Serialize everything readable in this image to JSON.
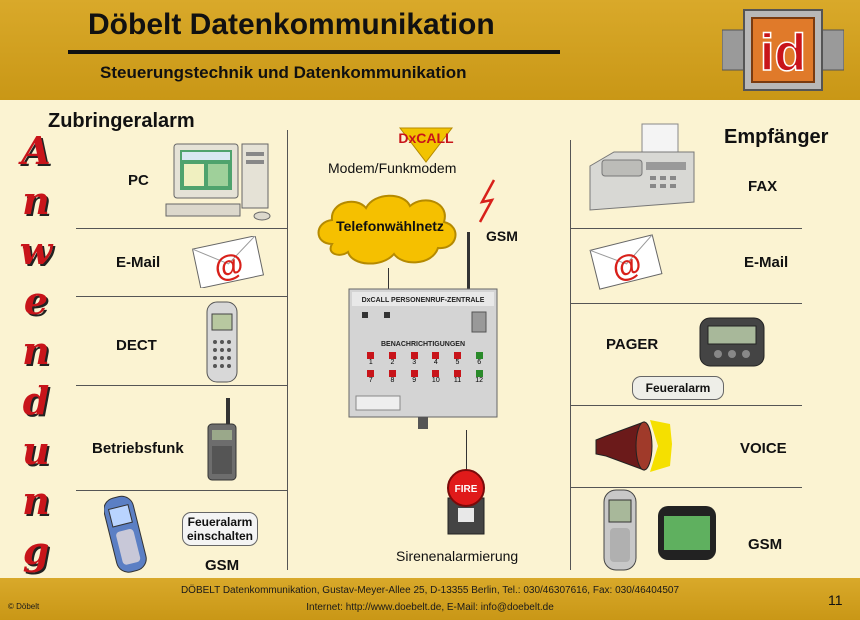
{
  "header": {
    "title": "Döbelt Datenkommunikation",
    "subtitle": "Steuerungstechnik und Datenkommunikation",
    "logo_text": "id"
  },
  "vertical_word": [
    "A",
    "n",
    "w",
    "e",
    "n",
    "d",
    "u",
    "n",
    "g"
  ],
  "left": {
    "heading": "Zubringeralarm",
    "items": [
      {
        "label": "PC",
        "icon": "pc-icon"
      },
      {
        "label": "E-Mail",
        "icon": "email-icon"
      },
      {
        "label": "DECT",
        "icon": "dect-phone-icon"
      },
      {
        "label": "Betriebsfunk",
        "icon": "radio-icon"
      },
      {
        "label": "GSM",
        "icon": "mobile-phone-icon",
        "callout": "Feueralarm einschalten"
      }
    ]
  },
  "center": {
    "brand": "DxCALL",
    "modem_label": "Modem/Funkmodem",
    "network_label": "Telefonwählnetz",
    "gsm_label": "GSM",
    "device_title": "DxCALL PERSONENRUF-ZENTRALE",
    "device_panel_label": "BENACHRICHTIGUNGEN",
    "device_buttons": [
      "1",
      "2",
      "3",
      "4",
      "5",
      "6",
      "7",
      "8",
      "9",
      "10",
      "11",
      "12"
    ],
    "siren_button_text": "FIRE",
    "siren_label": "Sirenenalarmierung"
  },
  "right": {
    "heading": "Empfänger",
    "items": [
      {
        "label": "FAX",
        "icon": "fax-icon"
      },
      {
        "label": "E-Mail",
        "icon": "email-icon"
      },
      {
        "label": "PAGER",
        "icon": "pager-icon",
        "callout": "Feueralarm"
      },
      {
        "label": "VOICE",
        "icon": "megaphone-icon"
      },
      {
        "label": "GSM",
        "icon": "mobile-phone-icon"
      }
    ]
  },
  "footer": {
    "copyright": "© Döbelt",
    "address": "DÖBELT Datenkommunikation, Gustav-Meyer-Allee 25, D-13355 Berlin, Tel.: 030/46307616, Fax: 030/46404507",
    "internet": "Internet: http://www.doebelt.de, E-Mail: info@doebelt.de",
    "page_number": "11"
  },
  "colors": {
    "accent": "#c99716",
    "letters": "#c8141a",
    "background": "#fbf3d2"
  }
}
